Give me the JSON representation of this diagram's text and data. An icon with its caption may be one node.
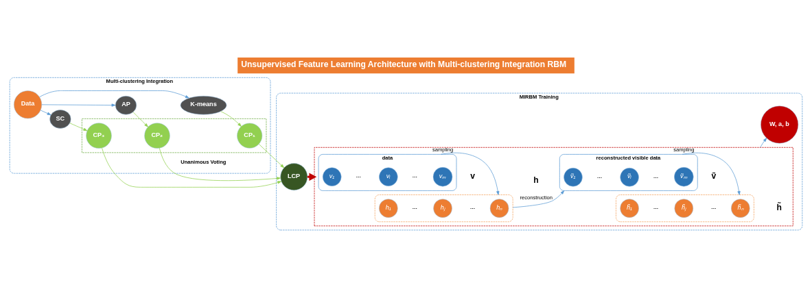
{
  "diagram": {
    "title": "Unsupervised Feature Learning Architecture with Multi-clustering Integration RBM",
    "nodes": [
      {
        "text": [
          "Multi-clustering Integration"
        ]
      },
      {
        "text": [
          "Data"
        ],
        "in": 0
      },
      {
        "text": [
          "K-means"
        ],
        "in": 0
      },
      {
        "text": [
          "AP"
        ],
        "in": 0
      },
      {
        "text": [
          "SC"
        ],
        "in": 0
      },
      {
        "text": [],
        "shape": "box",
        "in": 0
      },
      {
        "text": [
          "CP₁"
        ],
        "in": 5
      },
      {
        "text": [
          "CP₂"
        ],
        "in": 5
      },
      {
        "text": [
          "CP₃"
        ],
        "in": 5
      },
      {
        "text": [
          "MIRBM Training"
        ]
      },
      {
        "text": [
          "LCP"
        ],
        "in": 9
      },
      {
        "text": [],
        "shape": "box",
        "in": 9
      },
      {
        "text": [
          "data"
        ],
        "beside": [
          "v"
        ],
        "in": 11
      },
      {
        "text": [
          "v₁"
        ],
        "in": 12
      },
      {
        "text": [
          "vᵢ"
        ],
        "in": 12
      },
      {
        "text": [
          "vₘ"
        ],
        "in": 12
      },
      {
        "text": [
          "reconstructed visible data"
        ],
        "beside": [
          "ṽ"
        ],
        "in": 11
      },
      {
        "text": [
          "ṽ₁"
        ],
        "in": 16
      },
      {
        "text": [
          "ṽᵢ"
        ],
        "in": 16
      },
      {
        "text": [
          "ṽₘ"
        ],
        "in": 16
      },
      {
        "text": [],
        "shape": "box",
        "beside": [
          "h"
        ],
        "in": 11
      },
      {
        "text": [
          "h₁"
        ],
        "in": 20
      },
      {
        "text": [
          "hⱼ"
        ],
        "in": 20
      },
      {
        "text": [
          "hₙ"
        ],
        "in": 20
      },
      {
        "text": [],
        "shape": "box",
        "beside": [
          "h̃"
        ],
        "in": 11
      },
      {
        "text": [
          "h̃₁"
        ],
        "in": 24
      },
      {
        "text": [
          "h̃ⱼ"
        ],
        "in": 24
      },
      {
        "text": [
          "h̃ₙ"
        ],
        "in": 24
      },
      {
        "text": [
          "W, a, b"
        ],
        "in": 9
      }
    ],
    "edges": [
      {
        "from": 1,
        "to": 2,
        "arrow": "to"
      },
      {
        "from": 1,
        "to": 3,
        "arrow": "to"
      },
      {
        "from": 1,
        "to": 4,
        "arrow": "to"
      },
      {
        "from": 2,
        "to": 6,
        "arrow": "to",
        "color": "#92d050"
      },
      {
        "from": 3,
        "to": 7,
        "arrow": "to",
        "color": "#92d050"
      },
      {
        "from": 4,
        "to": 8,
        "arrow": "to",
        "color": "#92d050"
      },
      {
        "from": 6,
        "to": 10,
        "arrow": "to",
        "color": "#92d050"
      },
      {
        "from": 7,
        "to": 10,
        "arrow": "to",
        "color": "#92d050"
      },
      {
        "from": 8,
        "to": 10,
        "arrow": "to",
        "color": "#92d050"
      },
      {
        "from": 10,
        "to": 11,
        "arrow": "to",
        "style": "thick",
        "color": "#c00000"
      },
      {
        "from": 12,
        "to": 20,
        "arrow": "to",
        "label": "sampling"
      },
      {
        "from": 20,
        "to": 16,
        "arrow": "to",
        "label": "reconstruction"
      },
      {
        "from": 16,
        "to": 24,
        "arrow": "to",
        "label": "sampling"
      },
      {
        "from": 11,
        "to": 28,
        "arrow": "to"
      }
    ],
    "labels": [
      "Unanimous Voting",
      "…",
      "…",
      "…",
      "…",
      "…",
      "…",
      "…",
      "…"
    ]
  }
}
